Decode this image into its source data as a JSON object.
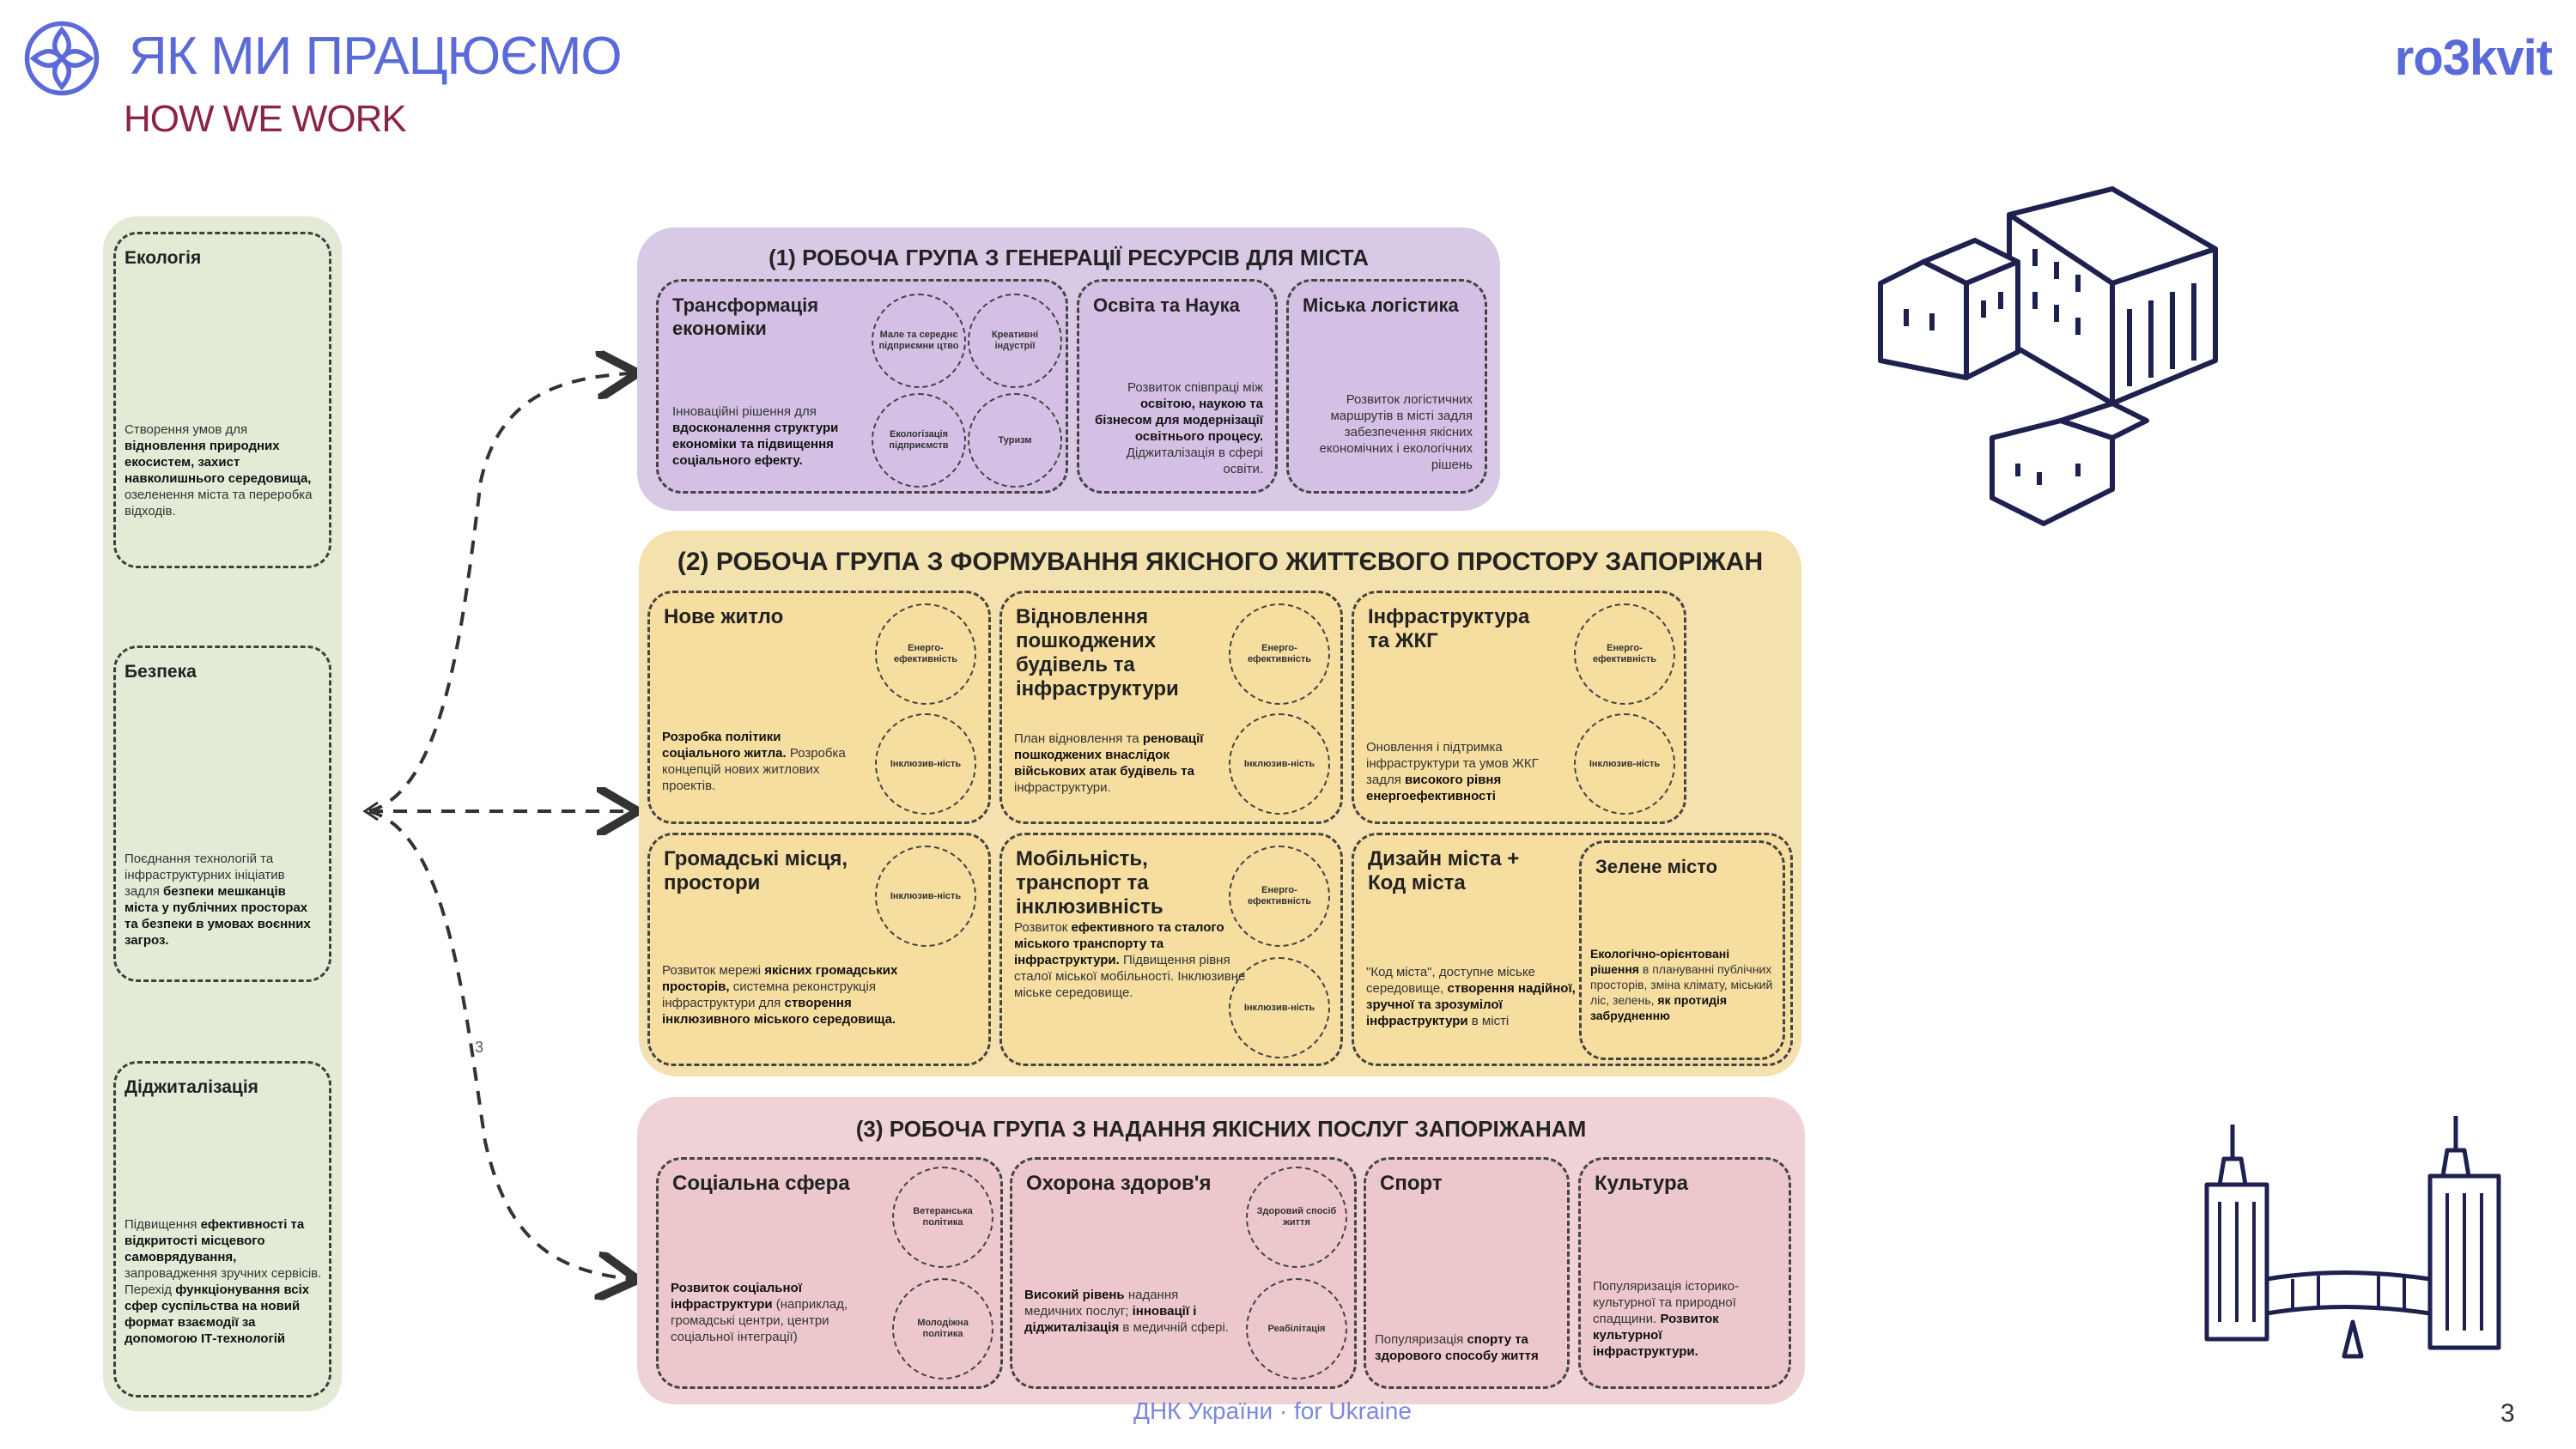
{
  "header": {
    "title_ua": "ЯК МИ ПРАЦЮЄМО",
    "title_en": "HOW WE WORK",
    "brand": "ro3kvit",
    "logo_icon": "flower-logo-icon"
  },
  "footer": {
    "text": "ДНК України · for Ukraine",
    "page": "3"
  },
  "colors": {
    "accent_blue": "#5b6ad9",
    "accent_wine": "#8a2448",
    "green_panel": "#e3ebd7",
    "purple_panel": "#d8c9e6",
    "yellow_panel": "#f3e2ae",
    "pink_panel": "#efd2d6"
  },
  "left": {
    "ecology": {
      "title": "Екологія",
      "d1": "Створення умов для",
      "d2": "відновлення природних екосистем, захист навколишнього середовища,",
      "d3": "озеленення міста та переробка відходів."
    },
    "security": {
      "title": "Безпека",
      "d1": "Поєднання технологій та інфраструктурних ініціатив задля",
      "d2": "безпеки мешканців міста у публічних просторах та безпеки в умовах воєнних загроз."
    },
    "digital": {
      "title": "Діджиталізація",
      "d1": "Підвищення",
      "d2": "ефективності та відкритості місцевого самоврядування,",
      "d3": "запровадження зручних сервісів.",
      "d4": "Перехід",
      "d5": "функціонування всіх сфер суспільства на новий формат взаємодії за допомогою ІТ-технологій"
    }
  },
  "arrow_label": "3",
  "group1": {
    "title": "(1) РОБОЧА ГРУПА З ГЕНЕРАЦІЇ РЕСУРСІВ ДЛЯ МІСТА",
    "economy": {
      "title": "Трансформація економіки",
      "desc": "Інноваційні рішення для",
      "desc_b": "вдосконалення структури економіки та підвищення соціального ефекту.",
      "b1": "Мале та середнє підприємни цтво",
      "b2": "Креативні індустрії",
      "b3": "Екологізація підприємств",
      "b4": "Туризм"
    },
    "education": {
      "title": "Освіта та Наука",
      "d1": "Розвиток співпраці між",
      "d2": "освітою, наукою та бізнесом для модернізації освітнього процесу.",
      "d3": "Діджиталізація в сфері освіти."
    },
    "logistics": {
      "title": "Міська логістика",
      "d1": "Розвиток логістичних маршрутів в місті задля забезпечення якісних економічних і екологічних рішень"
    }
  },
  "group2": {
    "title": "(2) РОБОЧА ГРУПА З ФОРМУВАННЯ ЯКІСНОГО ЖИТТЄВОГО ПРОСТОРУ ЗАПОРІЖАН",
    "housing": {
      "title": "Нове житло",
      "d1": "Розробка політики соціального житла.",
      "d2": "Розробка концепцій нових житлових проектів.",
      "b1": "Енерго-ефективність",
      "b2": "Інклюзив-ність"
    },
    "restore": {
      "title": "Відновлення пошкоджених будівель та інфраструктури",
      "d1": "План відновлення та",
      "d2": "реновації пошкоджених внаслідок військових атак будівель та",
      "d3": "інфраструктури.",
      "b1": "Енерго-ефективність",
      "b2": "Інклюзив-ність"
    },
    "utilities": {
      "title": "Інфраструктура та ЖКГ",
      "d1": "Оновлення і підтримка інфраструктури та умов ЖКГ задля",
      "d2": "високого рівня енергоефективності",
      "b1": "Енерго-ефективність",
      "b2": "Інклюзив-ність"
    },
    "public": {
      "title": "Громадські місця, простори",
      "d1": "Розвиток мережі",
      "d2": "якісних громадських просторів,",
      "d3": "системна реконструкція інфраструктури для",
      "d4": "створення інклюзивного міського середовища.",
      "b1": "Інклюзив-ність"
    },
    "mobility": {
      "title": "Мобільність, транспорт та інклюзивність",
      "d1": "Розвиток",
      "d2": "ефективного та сталого міського транспорту та інфраструктури.",
      "d3": "Підвищення рівня сталої міської мобільності.",
      "d4": "Інклюзивне міське середовище.",
      "b1": "Енерго-ефективність",
      "b2": "Інклюзив-ність"
    },
    "design": {
      "title": "Дизайн міста + Код міста",
      "d1": "\"Код міста\", доступне міське середовище,",
      "d2": "створення надійної, зручної та зрозумілої інфраструктури",
      "d3": "в місті"
    },
    "green": {
      "title": "Зелене місто",
      "d1": "Екологічно-орієнтовані рішення",
      "d2": "в плануванні публічних просторів, зміна клімату, міський ліс, зелень,",
      "d3": "як протидія забрудненню"
    }
  },
  "group3": {
    "title": "(3) РОБОЧА ГРУПА З НАДАННЯ ЯКІСНИХ ПОСЛУГ ЗАПОРІЖАНАМ",
    "social": {
      "title": "Соціальна сфера",
      "d1": "Розвиток соціальної інфраструктури",
      "d2": "(наприклад, громадські центри, центри соціальної інтеграції)",
      "b1": "Ветеранська політика",
      "b2": "Молодіжна політика"
    },
    "health": {
      "title": "Охорона здоров'я",
      "d1": "Високий рівень",
      "d2": "надання медичних послуг;",
      "d3": "інновації і діджиталізація",
      "d4": "в медичній сфері.",
      "b1": "Здоровий спосіб життя",
      "b2": "Реабілітація"
    },
    "sport": {
      "title": "Спорт",
      "d1": "Популяризація",
      "d2": "спорту та здорового способу життя"
    },
    "culture": {
      "title": "Культура",
      "d1": "Популяризація історико-культурної та природної спадщини.",
      "d2": "Розвиток культурної інфраструктури."
    }
  }
}
